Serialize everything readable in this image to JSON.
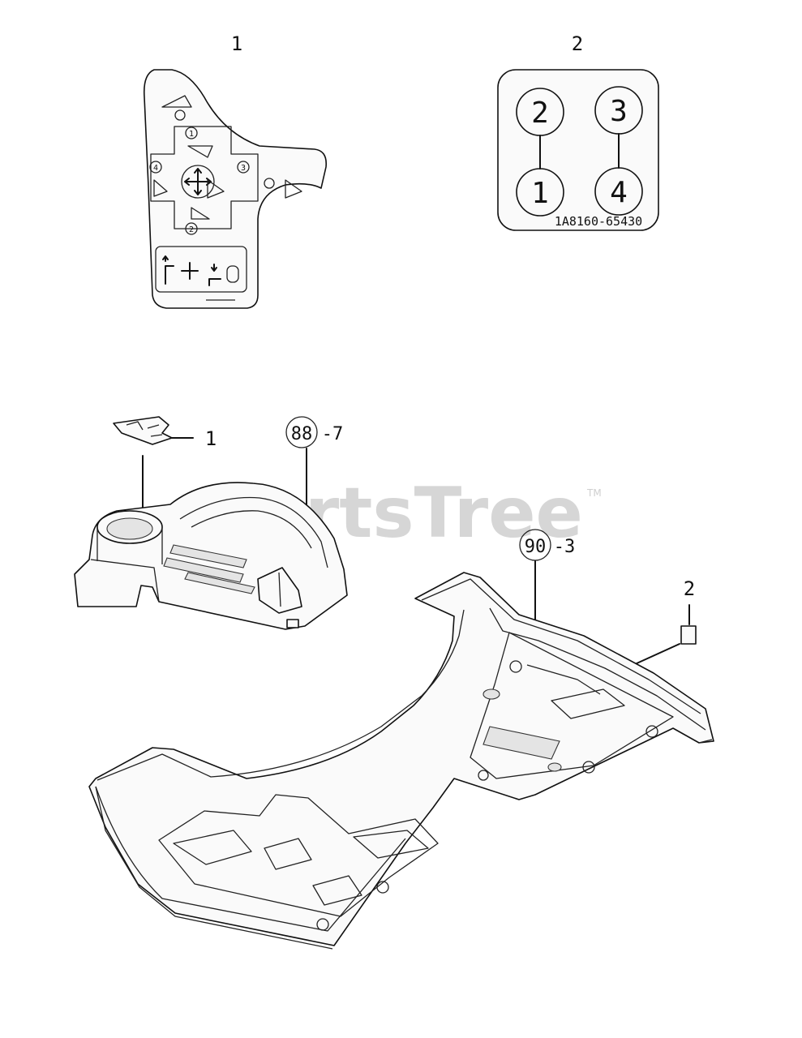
{
  "labels": {
    "decal_1_number": "1",
    "decal_2_number": "2",
    "decal_2_code": "1A8160-65430",
    "decal_2_positions": [
      "2",
      "3",
      "1",
      "4"
    ],
    "decal_1_steps": [
      "1",
      "2",
      "3",
      "4"
    ],
    "callout_1": "1",
    "callout_2": "2",
    "ref_88": "88",
    "ref_88_suffix": "-7",
    "ref_90": "90",
    "ref_90_suffix": "-3"
  },
  "watermark": {
    "text": "PartsTree",
    "tm": "TM",
    "color": "#cfcfcf"
  },
  "colors": {
    "line": "#111111",
    "background": "#ffffff"
  }
}
